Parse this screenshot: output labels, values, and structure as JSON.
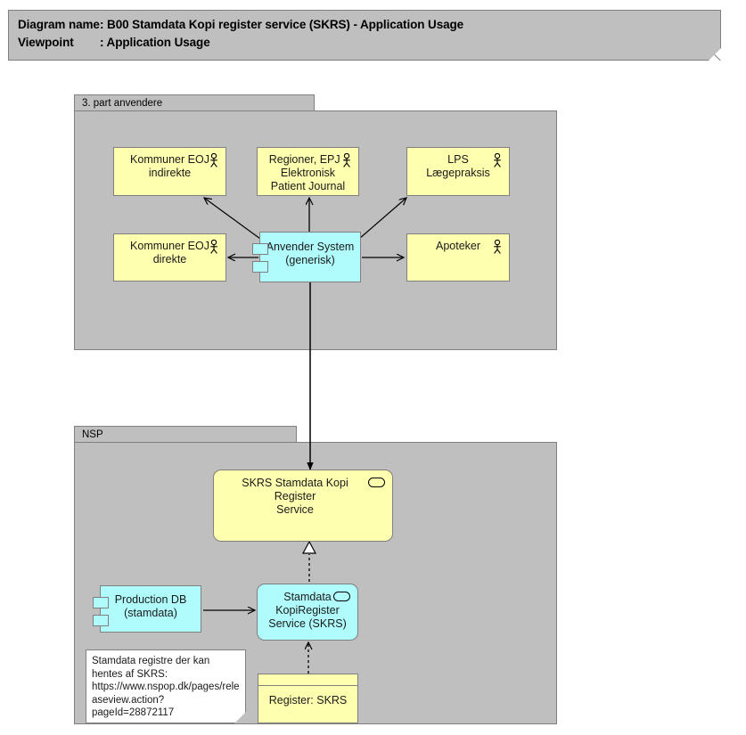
{
  "header": {
    "diagram_name_label": "Diagram name",
    "diagram_name_value": ": B00 Stamdata Kopi register service (SKRS) - Application Usage",
    "viewpoint_label": "Viewpoint",
    "viewpoint_value": ": Application Usage"
  },
  "groups": {
    "third_party": {
      "title": "3. part anvendere"
    },
    "nsp": {
      "title": "NSP"
    }
  },
  "nodes": {
    "kommuner_indirekte": {
      "label": "Kommuner EOJ\nindirekte",
      "icon": "actor-icon",
      "type": "actor"
    },
    "regioner_epj": {
      "label": "Regioner, EPJ -\nElektronisk\nPatient Journal",
      "icon": "actor-icon",
      "type": "actor"
    },
    "lps": {
      "label": "LPS\nLægepraksis",
      "icon": "actor-icon",
      "type": "actor"
    },
    "kommuner_direkte": {
      "label": "Kommuner EOJ\ndirekte",
      "icon": "actor-icon",
      "type": "actor"
    },
    "apoteker": {
      "label": "Apoteker",
      "icon": "actor-icon",
      "type": "actor"
    },
    "anvender_system": {
      "label": "Anvender System\n(generisk)",
      "icon": "component-icon",
      "type": "component"
    },
    "skrs_service": {
      "label": "SKRS Stamdata Kopi Register\nService",
      "icon": "interface-oval-icon",
      "type": "application-service"
    },
    "production_db": {
      "label": "Production DB\n(stamdata)",
      "icon": "component-icon",
      "type": "component"
    },
    "stamdata_kopiregister": {
      "label": "Stamdata\nKopiRegister\nService (SKRS)",
      "icon": "interface-oval-icon",
      "type": "application-component"
    },
    "register_skrs": {
      "label": "Register: SKRS",
      "type": "class"
    }
  },
  "note": {
    "text": "Stamdata registre der kan hentes af SKRS: https://www.nspop.dk/pages/releaseview.action?pageId=28872117"
  },
  "colors": {
    "group_fill": "#bfbfbf",
    "group_border": "#808080",
    "actor_fill": "#ffffb0",
    "component_fill": "#b0fcfc",
    "note_fill": "#ffffff",
    "line": "#000000",
    "canvas": "#ffffff"
  }
}
